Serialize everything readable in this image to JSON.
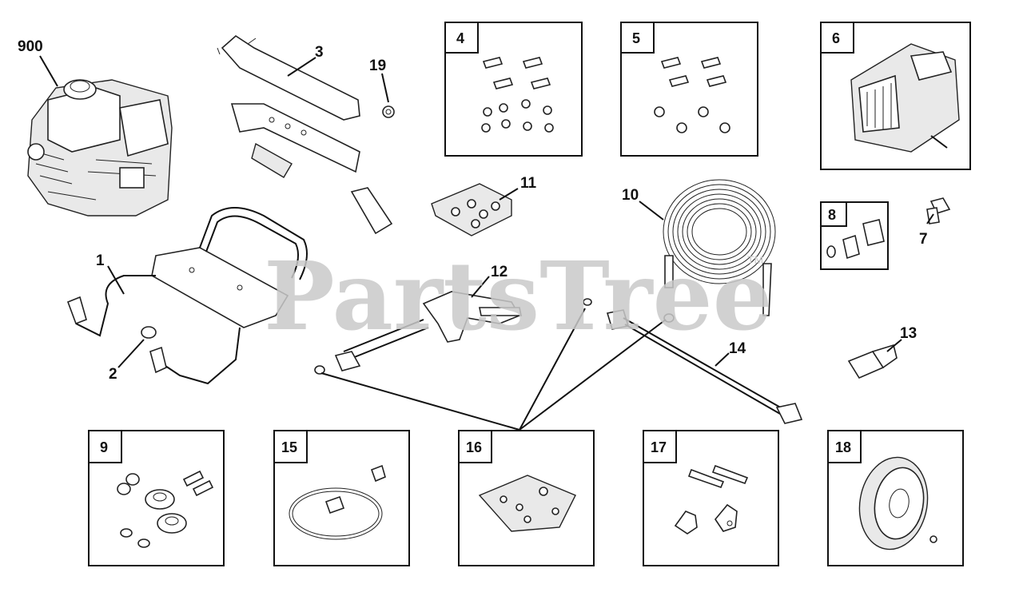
{
  "watermark": {
    "text": "PartsTree",
    "mark": "TM"
  },
  "callouts": {
    "engine": "900",
    "handle": "1",
    "foot": "2",
    "frame_bar": "3",
    "nut": "19",
    "cord_clip": "11",
    "hose": "10",
    "gun": "12",
    "coupler": "7",
    "connector": "13",
    "wand": "14"
  },
  "kits": {
    "k4": "4",
    "k5": "5",
    "k6": "6",
    "k8": "8",
    "k9": "9",
    "k15": "15",
    "k16": "16",
    "k17": "17",
    "k18": "18"
  }
}
